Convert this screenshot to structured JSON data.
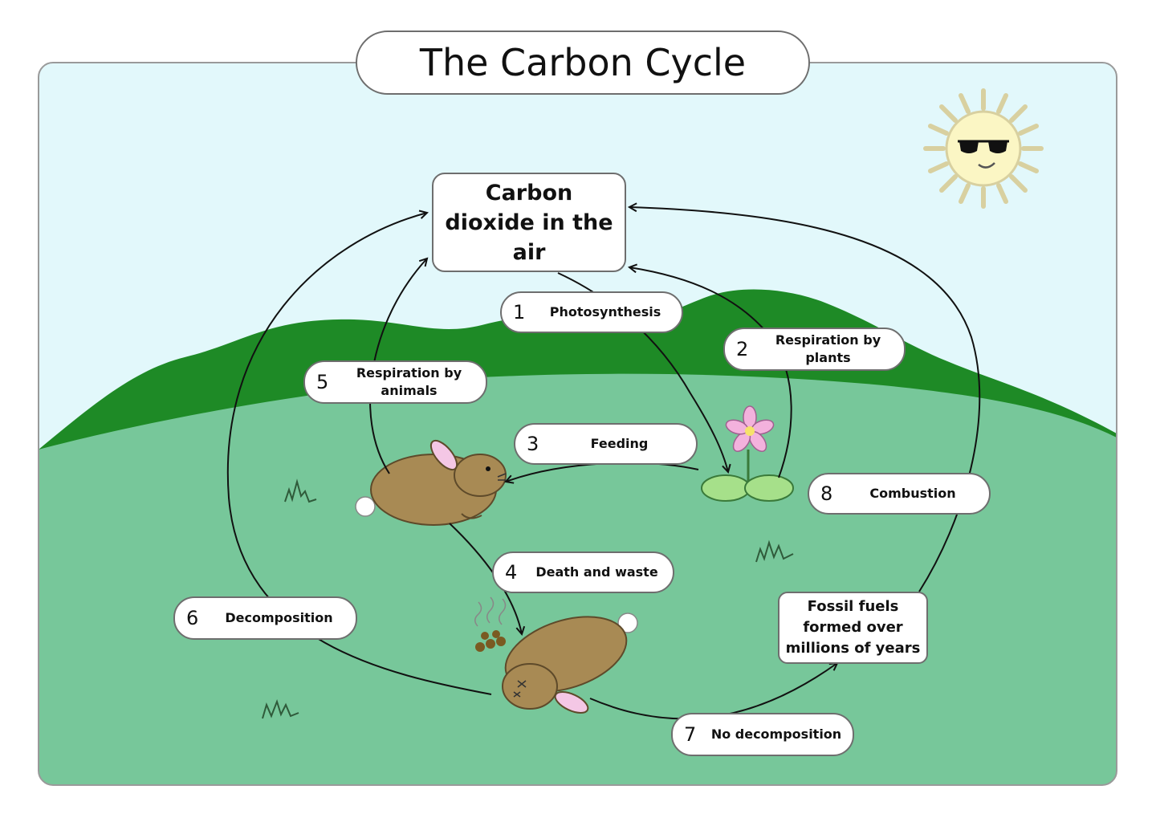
{
  "title": "The Carbon Cycle",
  "carbon_dioxide_box": "Carbon dioxide in the air",
  "fossil_fuels_box": "Fossil fuels formed over millions of years",
  "steps": [
    {
      "number": "1",
      "label": "Photosynthesis"
    },
    {
      "number": "2",
      "label": "Respiration by plants"
    },
    {
      "number": "3",
      "label": "Feeding"
    },
    {
      "number": "4",
      "label": "Death and waste"
    },
    {
      "number": "5",
      "label": "Respiration by animals"
    },
    {
      "number": "6",
      "label": "Decomposition"
    },
    {
      "number": "7",
      "label": "No decomposition"
    },
    {
      "number": "8",
      "label": "Combustion"
    }
  ],
  "colors": {
    "sky": "#e2f8fb",
    "hills": "#1e8a26",
    "ground": "#77c79a",
    "rabbit": "#a88a54",
    "sun": "#fbf6c4",
    "leaf": "#a6e08a",
    "flower": "#f3b2dd"
  },
  "icons": [
    "sun-icon",
    "rabbit-icon",
    "dead-rabbit-icon",
    "flower-icon",
    "droppings-icon",
    "grass-tuft-icon"
  ]
}
